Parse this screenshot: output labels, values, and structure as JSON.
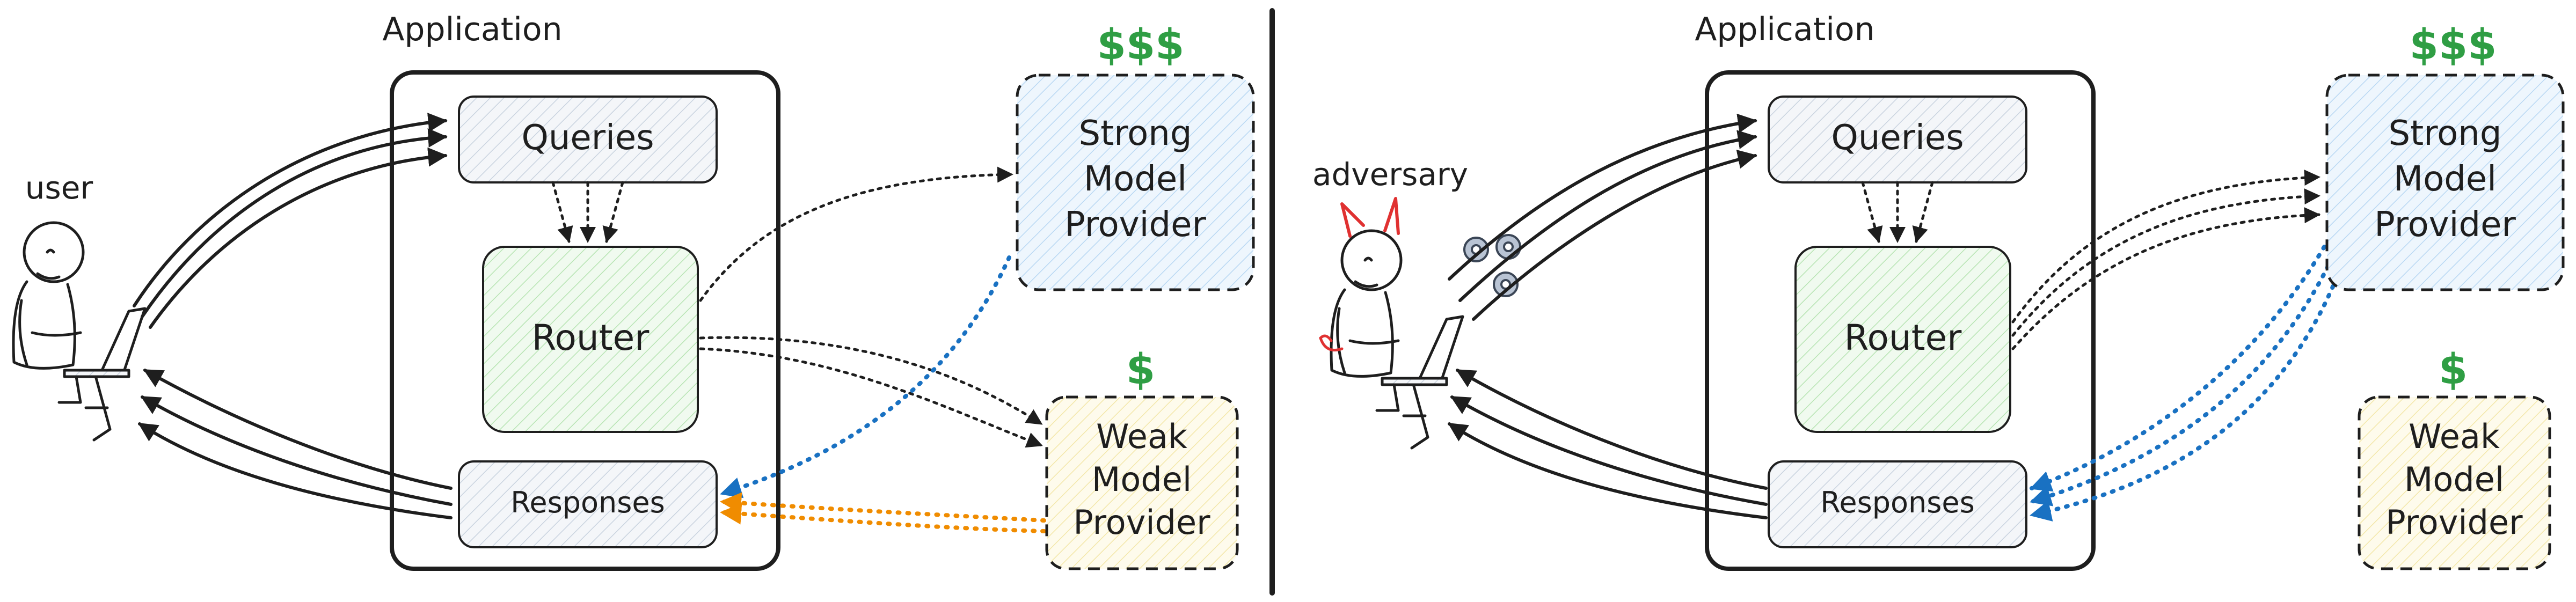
{
  "left_panel": {
    "actor_label": "user",
    "application_label": "Application",
    "queries_label": "Queries",
    "router_label": "Router",
    "responses_label": "Responses",
    "strong_cost": "$$$",
    "strong_line1": "Strong",
    "strong_line2": "Model",
    "strong_line3": "Provider",
    "weak_cost": "$",
    "weak_line1": "Weak",
    "weak_line2": "Model",
    "weak_line3": "Provider"
  },
  "right_panel": {
    "actor_label": "adversary",
    "application_label": "Application",
    "queries_label": "Queries",
    "router_label": "Router",
    "responses_label": "Responses",
    "strong_cost": "$$$",
    "strong_line1": "Strong",
    "strong_line2": "Model",
    "strong_line3": "Provider",
    "weak_cost": "$",
    "weak_line1": "Weak",
    "weak_line2": "Model",
    "weak_line3": "Provider"
  },
  "colors": {
    "ink": "#1e1e1e",
    "cost_green": "#2f9e44",
    "strong_fill": "#dbeafb",
    "weak_fill": "#fdf6d8",
    "router_fill": "#e3f6e1",
    "box_fill": "#eef1f5",
    "strong_arrow": "#1971c2",
    "weak_arrow": "#f08c00",
    "devil_red": "#e03131"
  },
  "icons": [
    "user-figure-icon",
    "laptop-icon",
    "devil-horns-icon",
    "devil-tail-icon",
    "gear-icon"
  ]
}
